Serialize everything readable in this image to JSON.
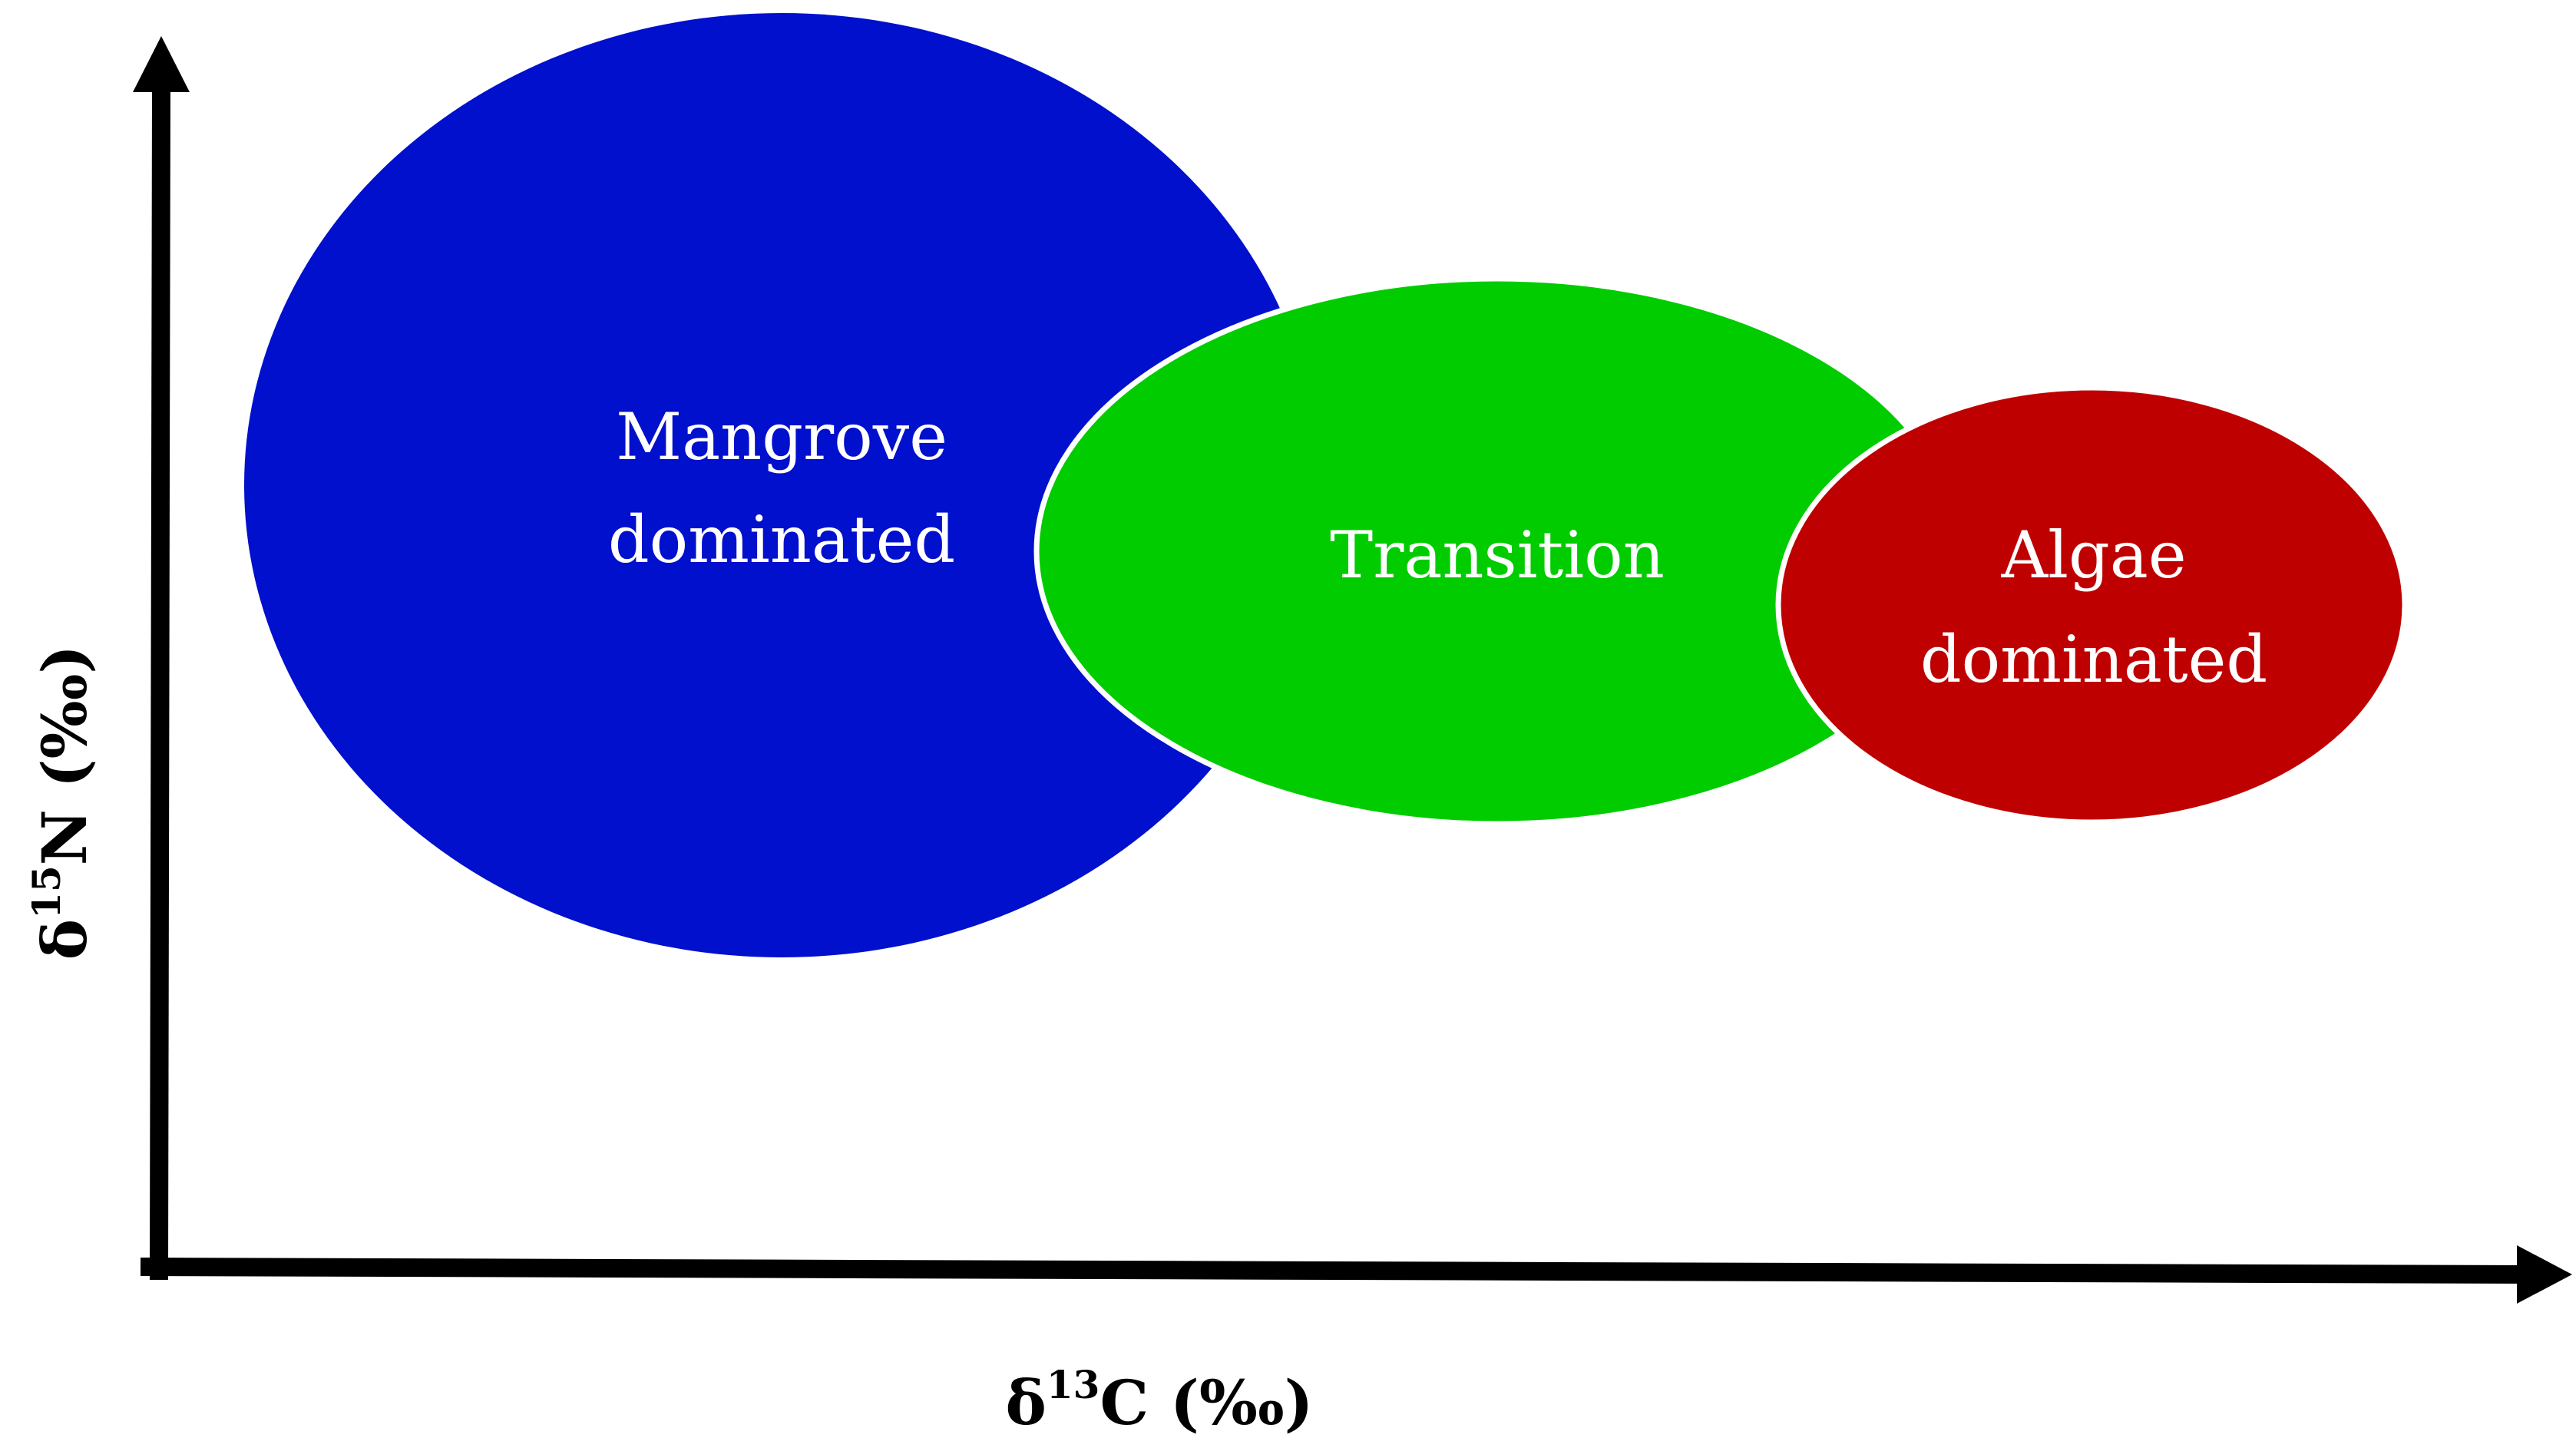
{
  "regions": {
    "mangrove": {
      "label_line1": "Mangrove",
      "label_line2": "dominated",
      "color": "#0010cc"
    },
    "transition": {
      "label": "Transition",
      "color": "#00cc00"
    },
    "algae": {
      "label_line1": "Algae",
      "label_line2": "dominated",
      "color": "#bf0000"
    }
  },
  "axes": {
    "x": {
      "prefix": "δ",
      "superscript": "13",
      "suffix": "C (‰)"
    },
    "y": {
      "prefix": "δ",
      "superscript": "15",
      "suffix": "N (‰)"
    },
    "color": "#000000"
  },
  "outline_color": "#ffffff"
}
